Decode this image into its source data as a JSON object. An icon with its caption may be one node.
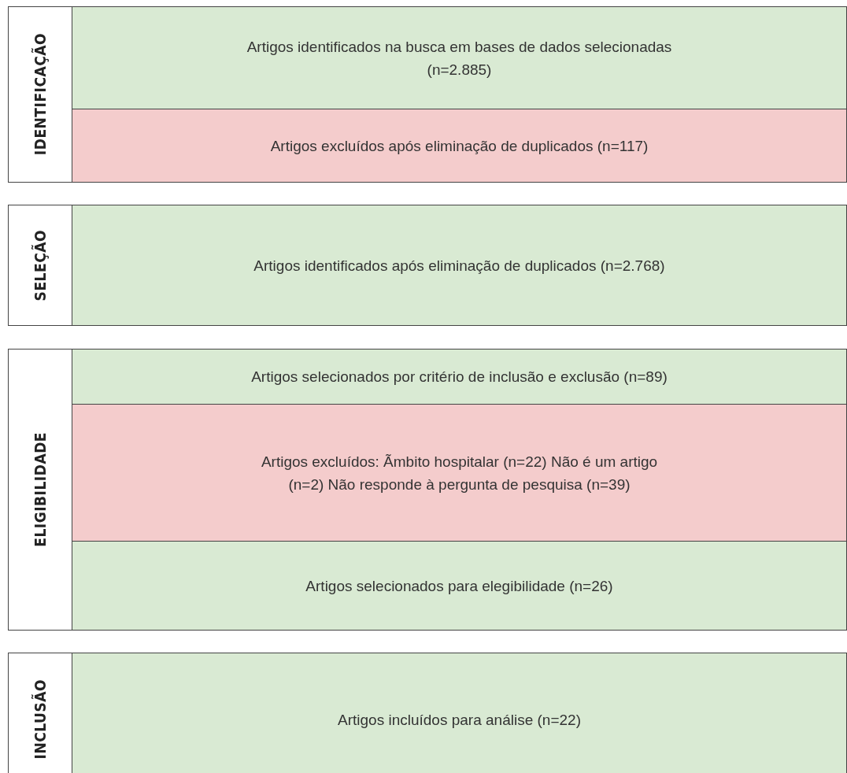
{
  "diagram": {
    "nodes": [
      {
        "text": [
          "IDENTIFICAÇÃO"
        ]
      },
      {
        "text": [
          "Artigos identificados na busca em bases de dados selecionadas (n=2.885)"
        ],
        "in": 0
      },
      {
        "text": [
          "Artigos excluídos após eliminação de duplicados (n=117)"
        ],
        "in": 0
      },
      {
        "text": [
          "SELEÇÃO"
        ]
      },
      {
        "text": [
          "Artigos identificados após eliminação de duplicados (n=2.768)"
        ],
        "in": 3
      },
      {
        "text": [
          "ELIGIBILIDADE"
        ]
      },
      {
        "text": [
          "Artigos selecionados por critério de inclusão e exclusão (n=89)"
        ],
        "in": 5
      },
      {
        "text": [
          "Artigos excluídos: Ãmbito hospitalar (n=22) Não é um artigo (n=2) Não responde à pergunta de pesquisa (n=39)"
        ],
        "in": 5
      },
      {
        "text": [
          "Artigos selecionados para elegibilidade (n=26)"
        ],
        "in": 5
      },
      {
        "text": [
          "INCLUSÃO"
        ]
      },
      {
        "text": [
          "Artigos incluídos para análise (n=22)"
        ],
        "in": 9
      }
    ],
    "edges": []
  }
}
